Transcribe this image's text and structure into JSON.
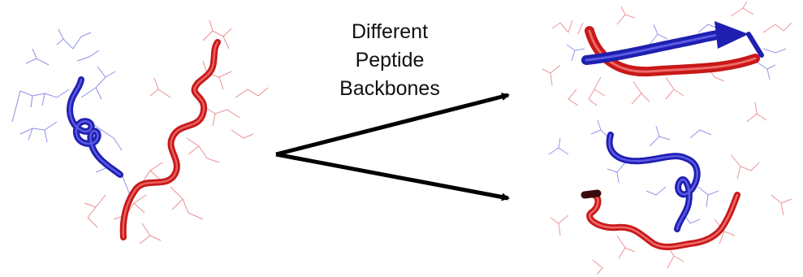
{
  "caption": {
    "line1": "Different",
    "line2": "Peptide",
    "line3": "Backbones"
  },
  "colors": {
    "chain_a": "#2323b4",
    "chain_a_sidechain": "#5c5cdc",
    "chain_b": "#d42020",
    "chain_b_sidechain": "#e45050",
    "arrow": "#000000",
    "text": "#111111"
  },
  "structures": {
    "input": {
      "chain_a": "blue-helix-turn",
      "chain_b": "red-coil"
    },
    "output_top": {
      "chain_a": "blue-beta-strand-arrow",
      "chain_b": "red-beta-strand"
    },
    "output_bottom": {
      "chain_a": "blue-loop",
      "chain_b": "red-coil"
    }
  }
}
